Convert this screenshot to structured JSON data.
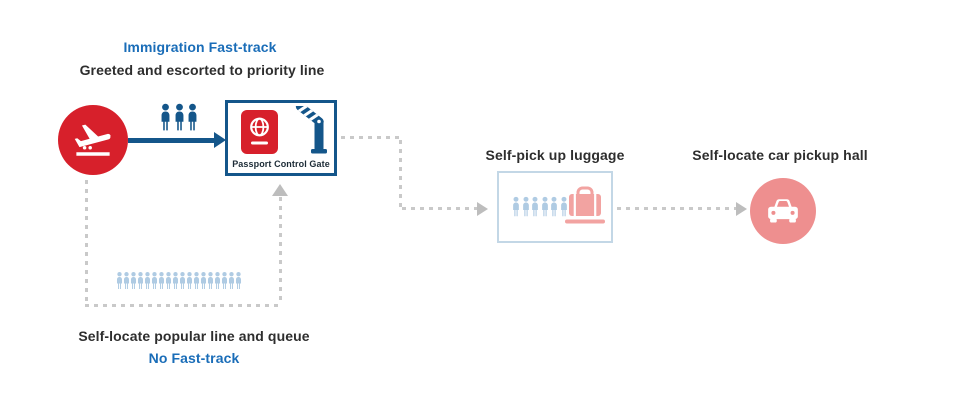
{
  "colors": {
    "dark_blue": "#14568A",
    "blue_text": "#1A6DB8",
    "red": "#D7202B",
    "pink": "#EE8F8F",
    "pink_light": "#F2A3A1",
    "light_blue": "#AFCBE3",
    "light_blue_border": "#C3D7E6",
    "gray_dash": "#C9C9C9",
    "dark_text": "#2E2E2E"
  },
  "fast_track": {
    "title": "Immigration Fast-track",
    "subtitle": "Greeted and escorted to priority line",
    "people_count": 3
  },
  "gate": {
    "label": "Passport Control Gate",
    "icons": [
      "passport",
      "boom-barrier"
    ]
  },
  "luggage": {
    "label": "Self-pick up luggage",
    "people_count": 6,
    "icon": "suitcase-on-belt"
  },
  "car": {
    "label": "Self-locate car pickup hall",
    "icon": "car-front"
  },
  "no_fast_track": {
    "queue_people_count": 18,
    "label": "Self-locate popular line and queue",
    "title": "No Fast-track"
  },
  "start": {
    "icon": "plane-landing"
  }
}
